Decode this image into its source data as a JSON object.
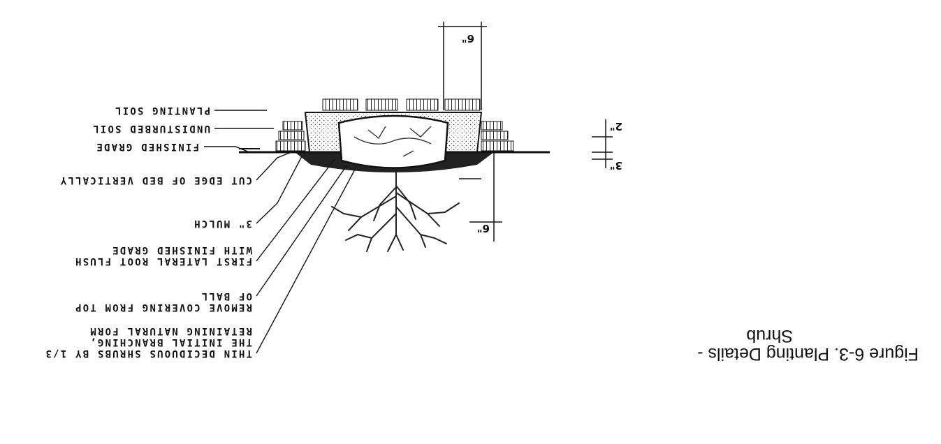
{
  "figure": {
    "caption_line1": "Figure 6-3. Planting Details -",
    "caption_line2": "Shrub",
    "orientation": "rotated 180 degrees"
  },
  "labels": {
    "planting_soil": "PLANTING SOIL",
    "undisturbed_soil": "UNDISTURBED SOIL",
    "finished_grade": "FINISHED GRADE",
    "cut_edge": "CUT EDGE OF BED VERTICALLY",
    "mulch": "3\" MULCH",
    "first_lateral_root_1": "FIRST LATERAL ROOT FLUSH",
    "first_lateral_root_2": "WITH FINISHED GRADE",
    "remove_covering_1": "REMOVE COVERING FROM TOP",
    "remove_covering_2": "OF BALL",
    "thin_shrubs_1": "THIN DECIDUOUS SHRUBS BY 1/3",
    "thin_shrubs_2": "THE INITIAL BRANCHING,",
    "thin_shrubs_3": "RETAINING NATURAL FORM"
  },
  "dimensions": {
    "bed_offset_top": "6\"",
    "bed_offset_side": "6\"",
    "mulch_depth": "3\"",
    "rim_height": "2\""
  }
}
